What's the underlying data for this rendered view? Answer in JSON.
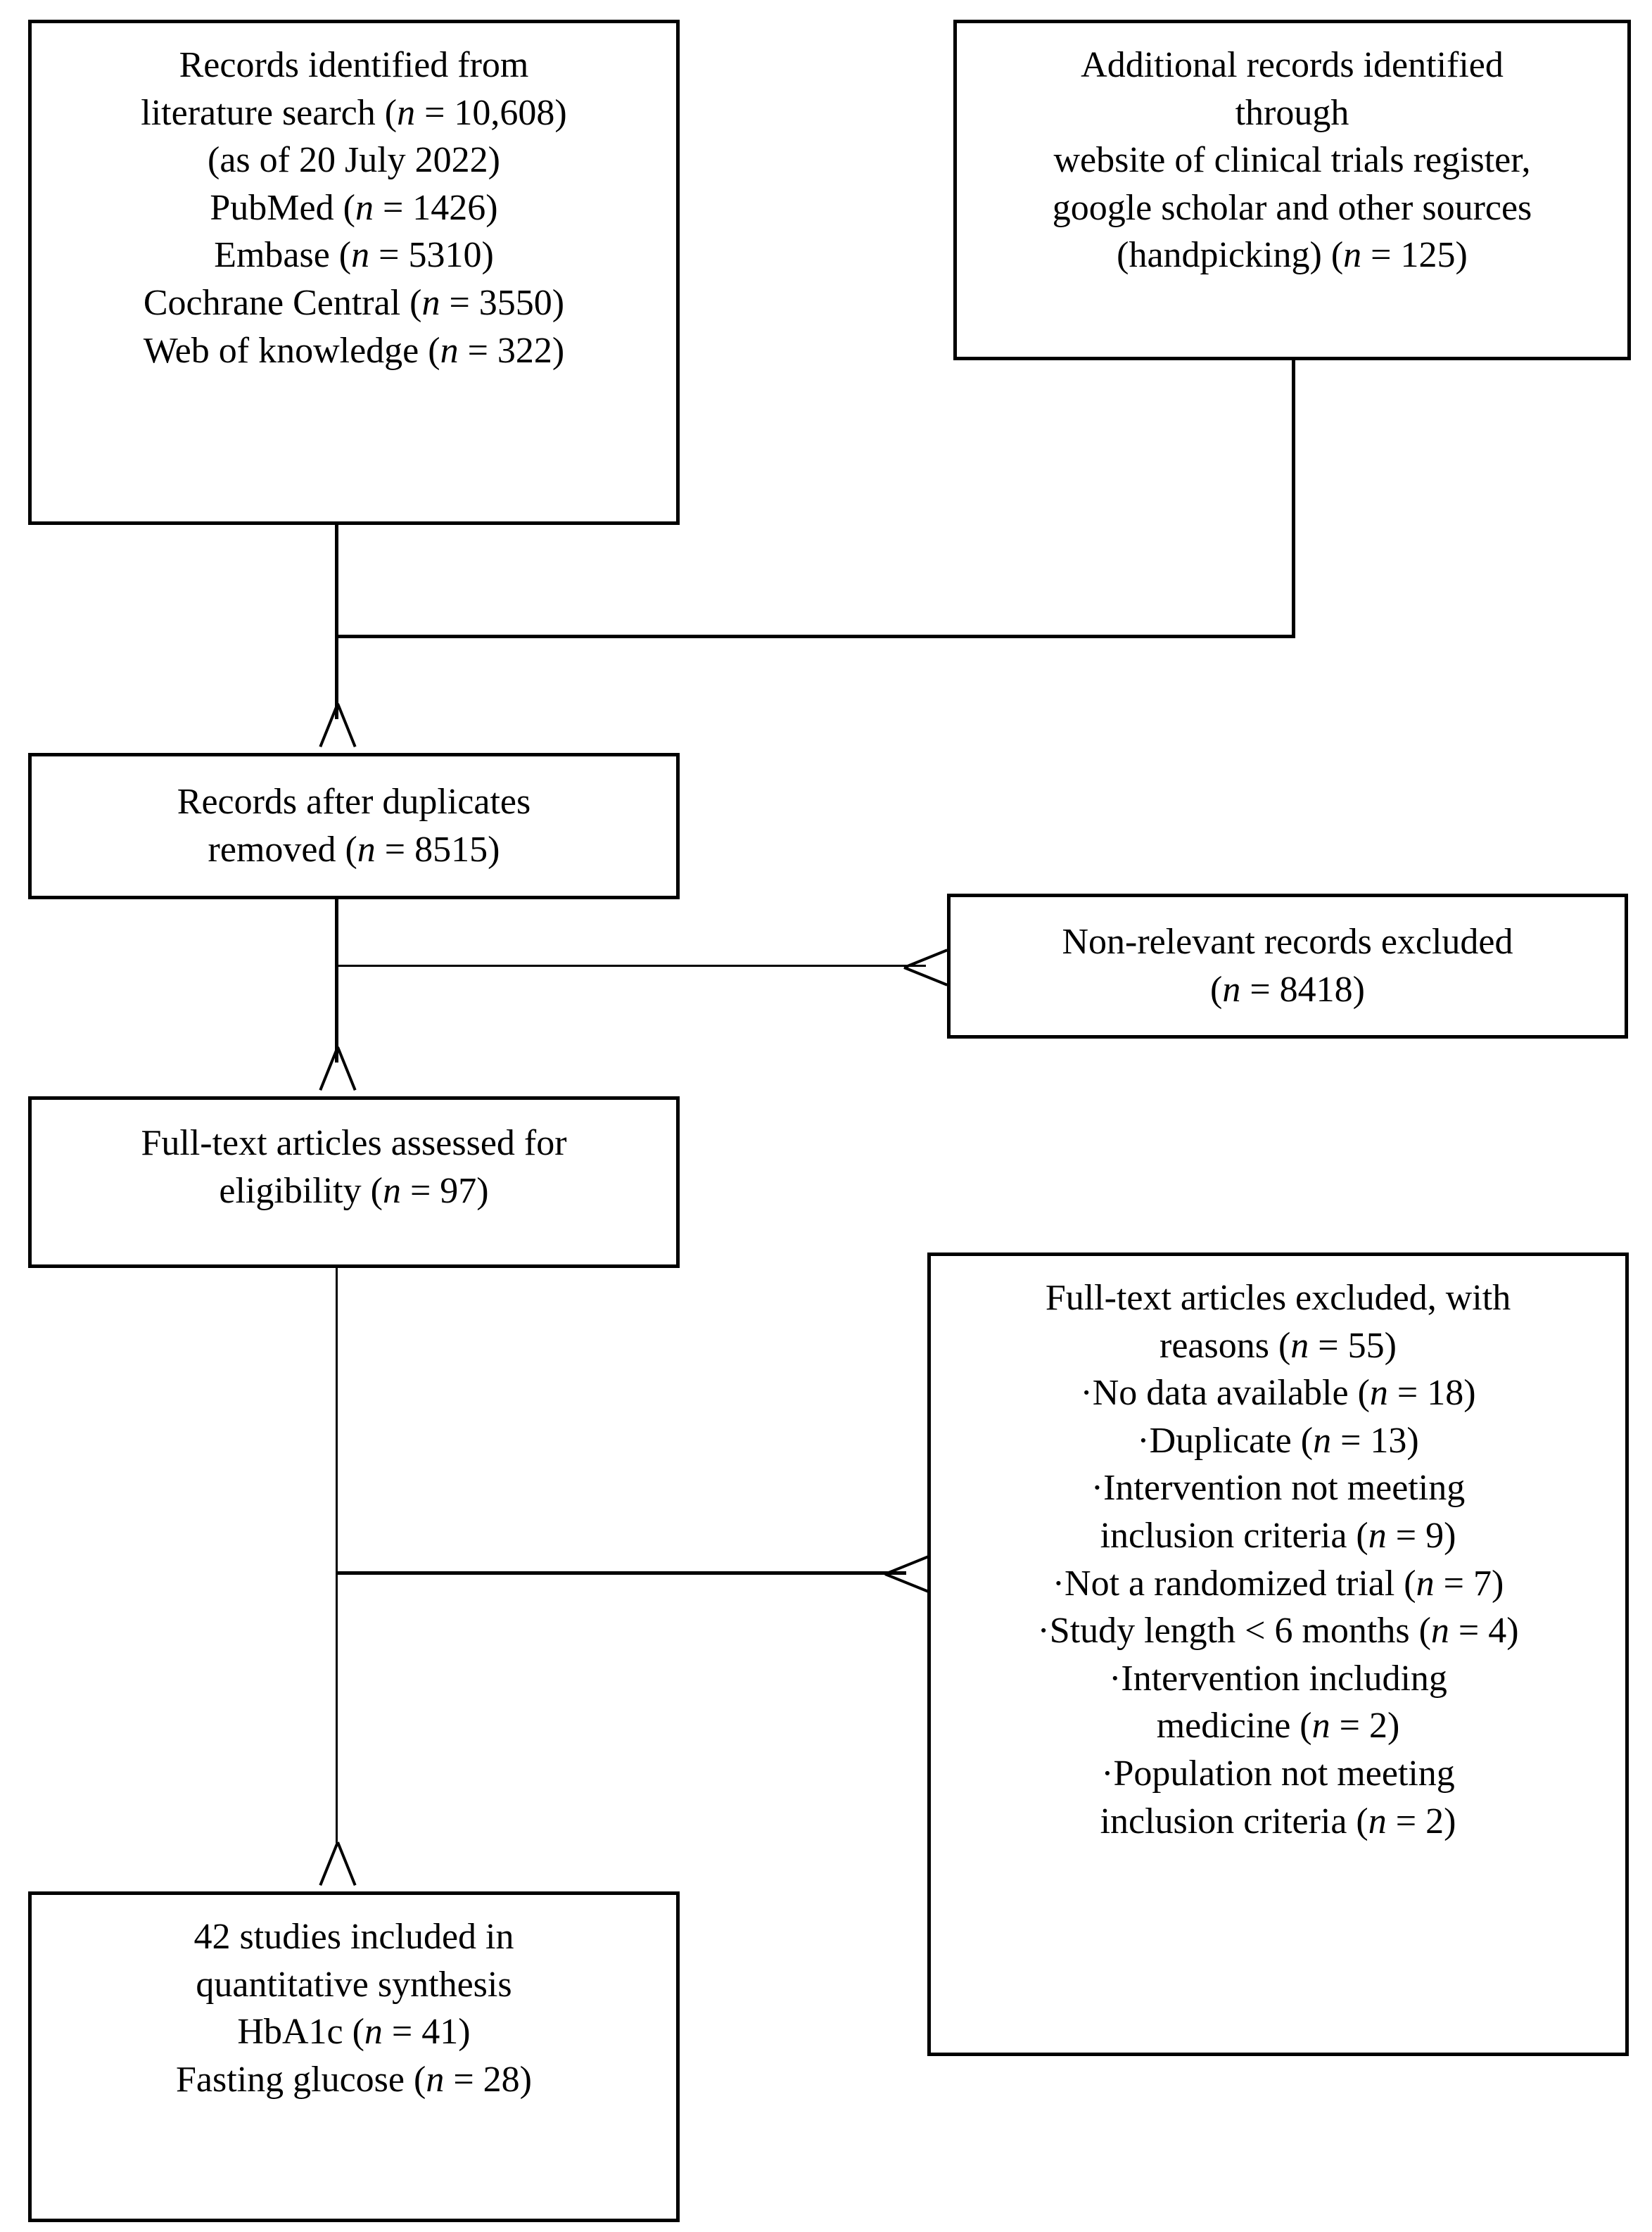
{
  "diagram": {
    "type": "prisma-flow-diagram",
    "title": "PRISMA study selection flow diagram",
    "background_color": "#ffffff",
    "line_color": "#000000"
  },
  "nodes": {
    "identified": {
      "name": "records-identified",
      "lines": [
        "Records identified from",
        "literature search (n = 10,608)",
        "(as of 20 July 2022)",
        "PubMed (n = 1426)",
        "Embase (n = 5310)",
        "Cochrane Central (n = 3550)",
        "Web of knowledge (n = 322)"
      ],
      "line_parts": [
        {
          "pre": "Records identified from",
          "n": "",
          "post": ""
        },
        {
          "pre": "literature search (",
          "n": "n",
          "post": " = 10,608)"
        },
        {
          "pre": "(as of 20 July 2022)",
          "n": "",
          "post": ""
        },
        {
          "pre": "PubMed (",
          "n": "n",
          "post": " = 1426)"
        },
        {
          "pre": "Embase (",
          "n": "n",
          "post": " = 5310)"
        },
        {
          "pre": "Cochrane Central (",
          "n": "n",
          "post": " = 3550)"
        },
        {
          "pre": "Web of knowledge (",
          "n": "n",
          "post": " = 322)"
        }
      ],
      "counts": {
        "total": 10608,
        "as_of": "20 July 2022",
        "PubMed": 1426,
        "Embase": 5310,
        "Cochrane Central": 3550,
        "Web of knowledge": 322
      }
    },
    "additional": {
      "name": "additional-records",
      "line_parts": [
        {
          "pre": "Additional records identified",
          "n": "",
          "post": ""
        },
        {
          "pre": "through",
          "n": "",
          "post": ""
        },
        {
          "pre": "website of clinical trials register,",
          "n": "",
          "post": ""
        },
        {
          "pre": "google scholar and other sources",
          "n": "",
          "post": ""
        },
        {
          "pre": "(handpicking) (",
          "n": "n",
          "post": " = 125)"
        }
      ],
      "counts": {
        "handpicking": 125
      }
    },
    "deduped": {
      "name": "records-after-duplicates-removed",
      "line_parts": [
        {
          "pre": "Records after duplicates",
          "n": "",
          "post": ""
        },
        {
          "pre": "removed (",
          "n": "n",
          "post": " = 8515)"
        }
      ],
      "counts": {
        "records": 8515
      }
    },
    "nonrelevant": {
      "name": "non-relevant-records-excluded",
      "line_parts": [
        {
          "pre": "Non-relevant records excluded",
          "n": "",
          "post": ""
        },
        {
          "pre": "(",
          "n": "n",
          "post": " = 8418)"
        }
      ],
      "counts": {
        "excluded": 8418
      }
    },
    "fulltext": {
      "name": "full-text-articles-assessed",
      "line_parts": [
        {
          "pre": "Full-text articles assessed for",
          "n": "",
          "post": ""
        },
        {
          "pre": "eligibility (",
          "n": "n",
          "post": " = 97)"
        }
      ],
      "counts": {
        "assessed": 97
      }
    },
    "excluded": {
      "name": "full-text-articles-excluded",
      "line_parts": [
        {
          "pre": "Full-text articles excluded, with",
          "n": "",
          "post": ""
        },
        {
          "pre": "reasons (",
          "n": "n",
          "post": " = 55)"
        },
        {
          "pre": "·No data available (",
          "n": "n",
          "post": " = 18)"
        },
        {
          "pre": "·Duplicate (",
          "n": "n",
          "post": " = 13)"
        },
        {
          "pre": "·Intervention not meeting",
          "n": "",
          "post": ""
        },
        {
          "pre": "inclusion criteria (",
          "n": "n",
          "post": " = 9)"
        },
        {
          "pre": "·Not a randomized trial (",
          "n": "n",
          "post": " = 7)"
        },
        {
          "pre": "·Study length < 6 months (",
          "n": "n",
          "post": " = 4)"
        },
        {
          "pre": "·Intervention including",
          "n": "",
          "post": ""
        },
        {
          "pre": "medicine (",
          "n": "n",
          "post": " = 2)"
        },
        {
          "pre": "·Population not meeting",
          "n": "",
          "post": ""
        },
        {
          "pre": "inclusion criteria (",
          "n": "n",
          "post": " = 2)"
        }
      ],
      "counts": {
        "total_excluded": 55,
        "No data available": 18,
        "Duplicate": 13,
        "Intervention not meeting inclusion criteria": 9,
        "Not a randomized trial": 7,
        "Study length < 6 months": 4,
        "Intervention including medicine": 2,
        "Population not meeting inclusion criteria": 2
      }
    },
    "included": {
      "name": "studies-included-quantitative-synthesis",
      "line_parts": [
        {
          "pre": "42 studies included in",
          "n": "",
          "post": ""
        },
        {
          "pre": "quantitative synthesis",
          "n": "",
          "post": ""
        },
        {
          "pre": "HbA1c (",
          "n": "n",
          "post": " = 41)"
        },
        {
          "pre": "Fasting glucose (",
          "n": "n",
          "post": " = 28)"
        }
      ],
      "counts": {
        "studies": 42,
        "HbA1c": 41,
        "Fasting glucose": 28
      }
    }
  }
}
